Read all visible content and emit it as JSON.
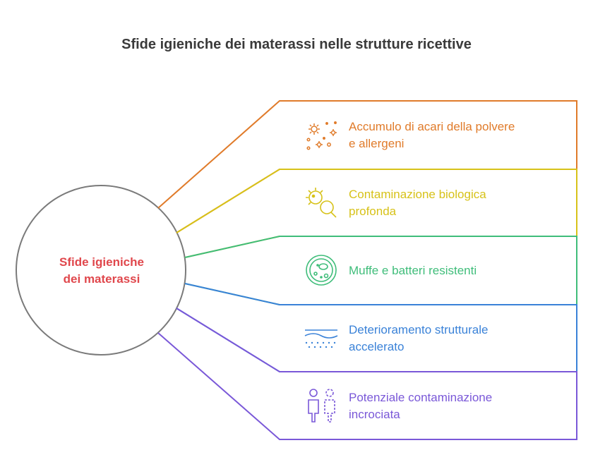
{
  "title": "Sfide igieniche dei materassi nelle strutture ricettive",
  "center": {
    "line1": "Sfide igieniche",
    "line2": "dei materassi",
    "color": "#e0474c",
    "border_color": "#7a7a7a"
  },
  "items": [
    {
      "line1": "Accumulo di acari della polvere",
      "line2": "e allergeni",
      "color": "#e07b2a",
      "icon": "dust-mites-icon"
    },
    {
      "line1": "Contaminazione biologica",
      "line2": "profonda",
      "color": "#d7c219",
      "icon": "germ-search-icon"
    },
    {
      "line1": "Muffe e batteri resistenti",
      "line2": "",
      "color": "#3fbd7a",
      "icon": "petri-dish-icon"
    },
    {
      "line1": "Deterioramento strutturale",
      "line2": "accelerato",
      "color": "#3a82d8",
      "icon": "wear-layer-icon"
    },
    {
      "line1": "Potenziale contaminazione",
      "line2": "incrociata",
      "color": "#7a58d8",
      "icon": "person-transfer-icon"
    }
  ]
}
